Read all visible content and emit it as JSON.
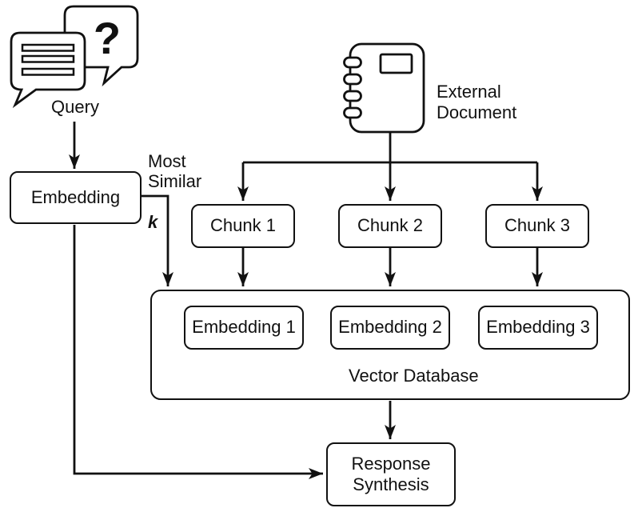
{
  "labels": {
    "query": "Query",
    "external_document": "External\nDocument",
    "most_similar": "Most\nSimilar",
    "k": "k",
    "vector_database": "Vector Database"
  },
  "nodes": {
    "embedding": "Embedding",
    "chunks": [
      "Chunk 1",
      "Chunk 2",
      "Chunk 3"
    ],
    "embeddings": [
      "Embedding 1",
      "Embedding 2",
      "Embedding 3"
    ],
    "response_synthesis": "Response\nSynthesis"
  },
  "icons": {
    "question_mark": "?",
    "query_icon": "chat-bubbles",
    "external_document_icon": "spiral-notebook",
    "vector_database_icon": "database-cylinder"
  },
  "colors": {
    "line": "#111111",
    "background": "#ffffff"
  }
}
